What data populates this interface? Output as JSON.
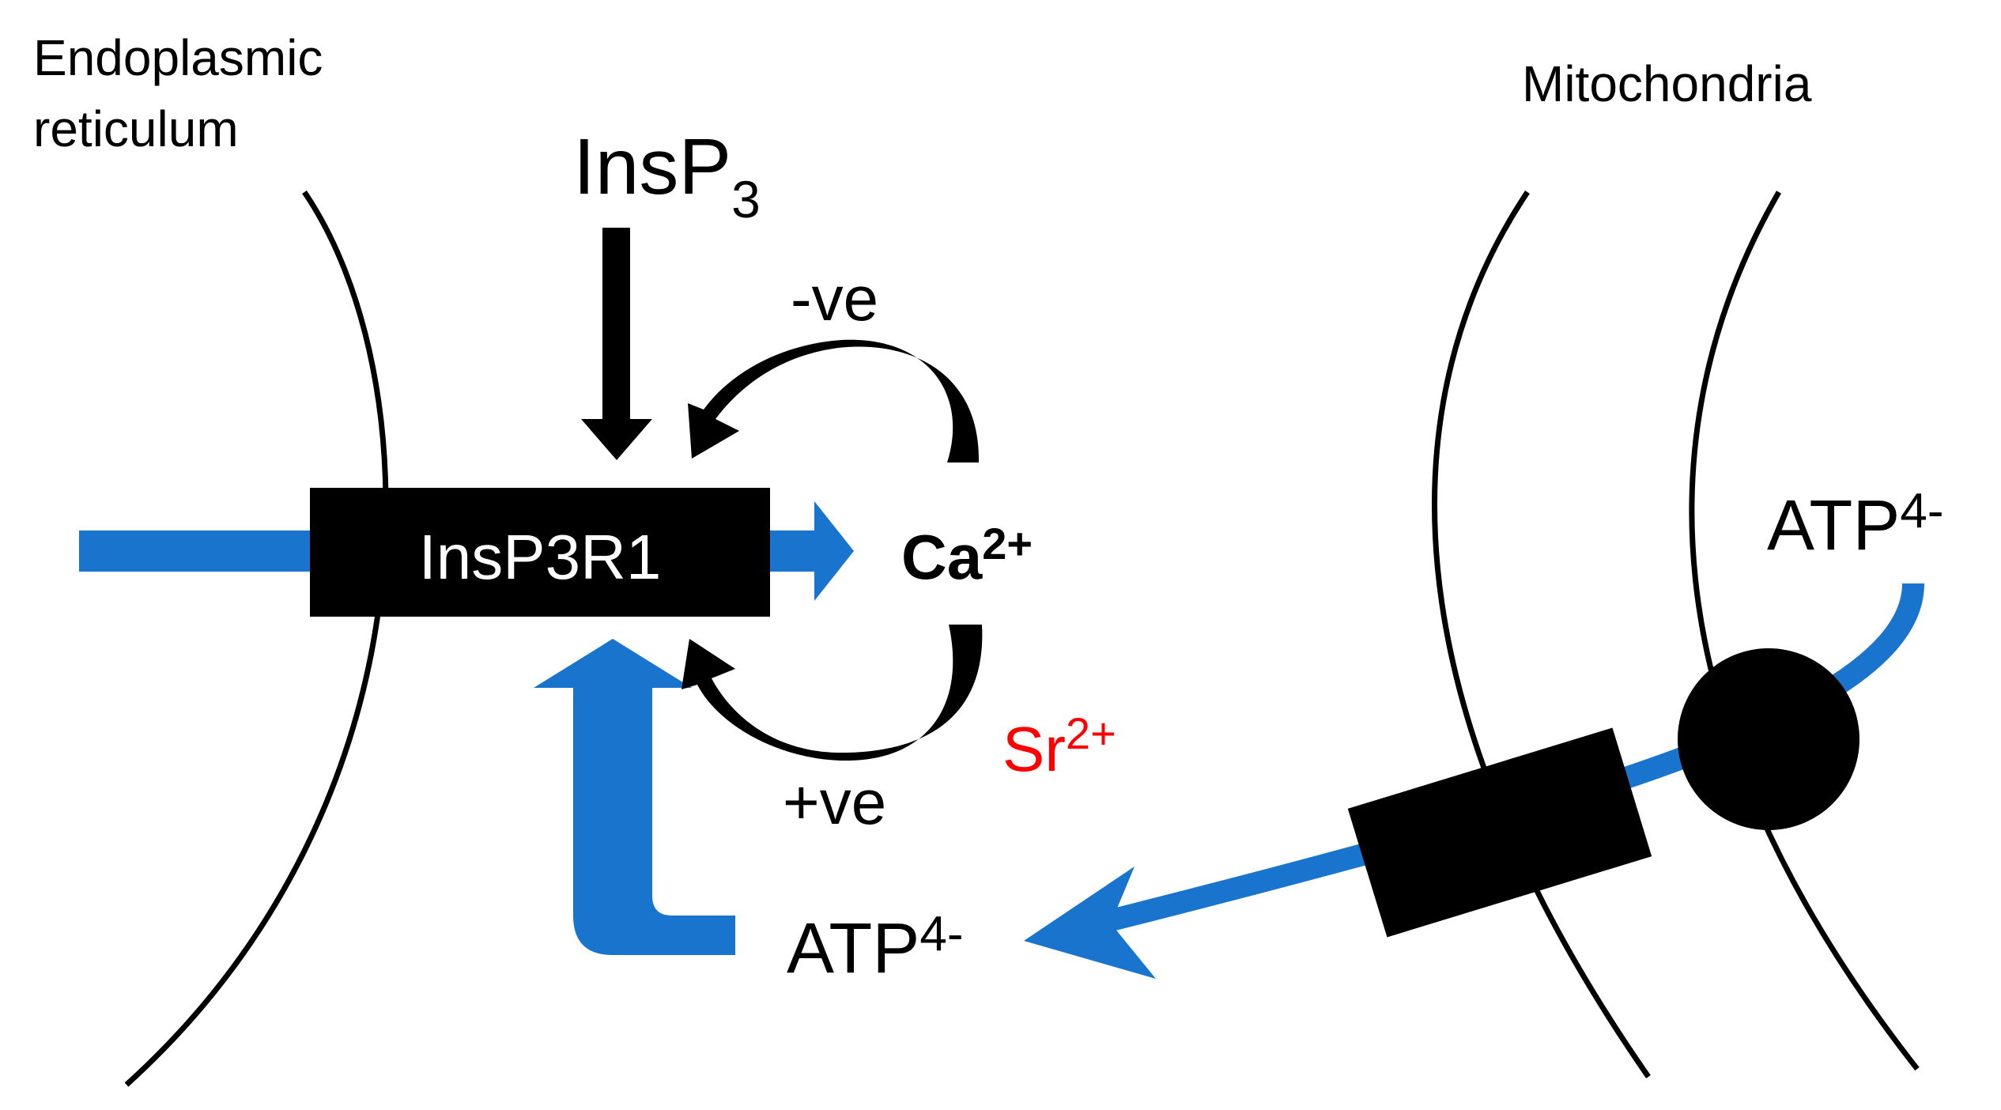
{
  "labels": {
    "er_line1": "Endoplasmic",
    "er_line2": "reticulum",
    "mito": "Mitochondria",
    "insp3": "InsP",
    "insp3_sub": "3",
    "receptor": "InsP3R1",
    "ca": "Ca",
    "ca_sup": "2+",
    "neg": "-ve",
    "pos": "+ve",
    "sr": "Sr",
    "sr_sup": "2+",
    "atp_top": "ATP",
    "atp_top_sup": "4-",
    "atp_bottom": "ATP",
    "atp_bottom_sup": "4-"
  },
  "colors": {
    "black": "#000000",
    "blue": "#1874cd",
    "red": "#ff0000",
    "white": "#ffffff"
  }
}
